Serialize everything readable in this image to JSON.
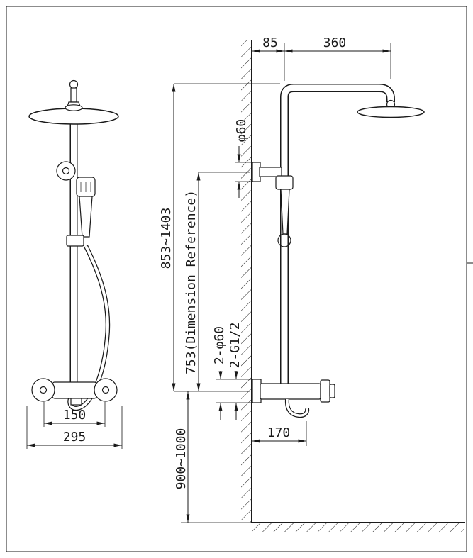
{
  "colors": {
    "line": "#1a1a1a",
    "background": "#ffffff"
  },
  "labels": {
    "wall_offset": "85",
    "arm_length": "360",
    "connector_diameter": "φ60",
    "height_range": "853~1403",
    "dimension_reference": "753(Dimension Reference)",
    "inlets_diameter": "2-φ60",
    "inlets_thread": "2-G1/2",
    "install_height": "900~1000",
    "valve_depth": "170",
    "handle_spacing": "150",
    "valve_width": "295"
  }
}
